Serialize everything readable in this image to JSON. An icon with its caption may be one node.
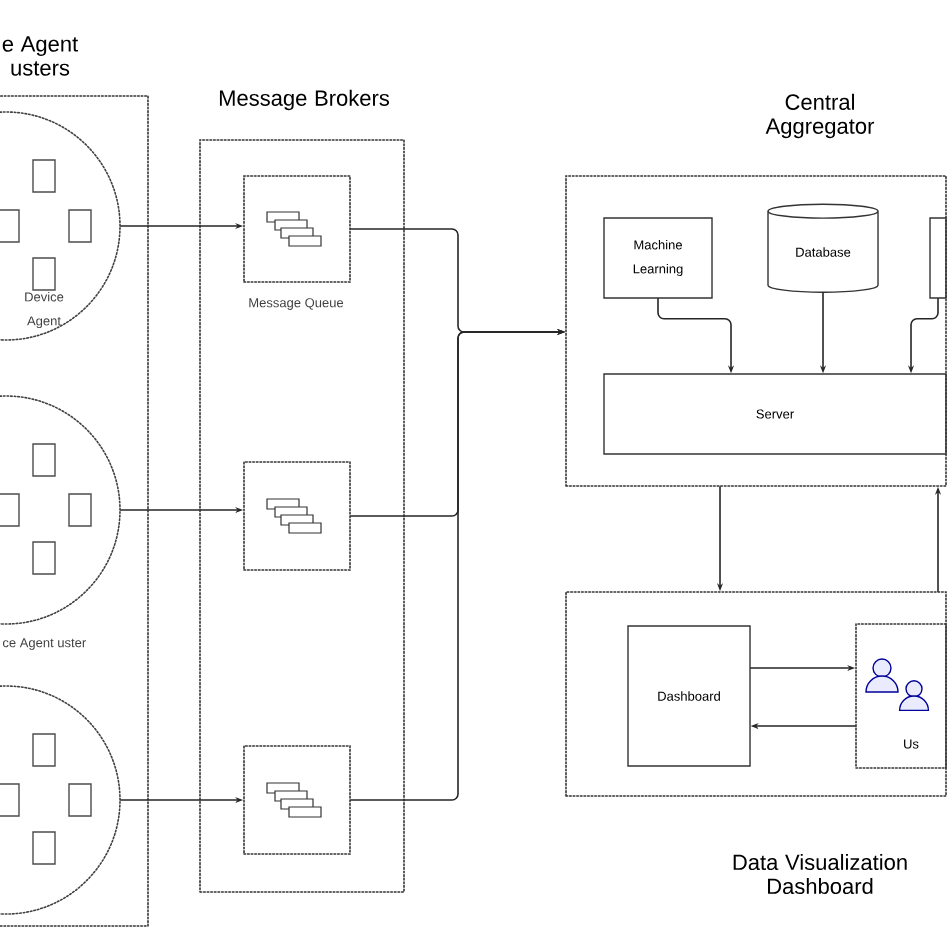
{
  "diagram": {
    "nodes": [
      {
        "text": [
          "e Agent usters"
        ]
      },
      {
        "text": [
          "Device Agent"
        ],
        "in": 0
      },
      {
        "text": [],
        "shape": "circle",
        "in": 0
      },
      {
        "text": [],
        "shape": "circle",
        "in": 0
      },
      {
        "text": [
          "Message Brokers"
        ]
      },
      {
        "text": [],
        "shape": "box",
        "beside": [
          "Message Queue"
        ],
        "in": 4
      },
      {
        "text": [],
        "shape": "box",
        "in": 4
      },
      {
        "text": [],
        "shape": "box",
        "in": 4
      },
      {
        "text": [
          "Central Aggregator"
        ]
      },
      {
        "text": [
          "Machine Learning"
        ],
        "in": 8
      },
      {
        "text": [
          "Database"
        ],
        "in": 8
      },
      {
        "text": [],
        "shape": "box",
        "in": 8
      },
      {
        "text": [
          "Server"
        ],
        "in": 8
      },
      {
        "text": [
          "Data Visualization Dashboard"
        ]
      },
      {
        "text": [
          "Dashboard"
        ],
        "in": 13
      },
      {
        "text": [
          "Us"
        ],
        "in": 13
      }
    ],
    "edges": [
      {
        "from": 1,
        "to": 5,
        "arrow": "to"
      },
      {
        "from": 2,
        "to": 6,
        "arrow": "to"
      },
      {
        "from": 3,
        "to": 7,
        "arrow": "to"
      },
      {
        "from": 5,
        "to": 8,
        "arrow": "to"
      },
      {
        "from": 6,
        "to": 8,
        "arrow": "to"
      },
      {
        "from": 7,
        "to": 8,
        "arrow": "to"
      },
      {
        "from": 9,
        "to": 12,
        "arrow": "to"
      },
      {
        "from": 10,
        "to": 12,
        "arrow": "to"
      },
      {
        "from": 11,
        "to": 12,
        "arrow": "to"
      },
      {
        "from": 8,
        "to": 13,
        "arrow": "to"
      },
      {
        "from": 13,
        "to": 8,
        "arrow": "to"
      },
      {
        "from": 14,
        "to": 15,
        "arrow": "to"
      },
      {
        "from": 15,
        "to": 14,
        "arrow": "to"
      }
    ],
    "labels": [
      "ce Agent uster"
    ]
  }
}
